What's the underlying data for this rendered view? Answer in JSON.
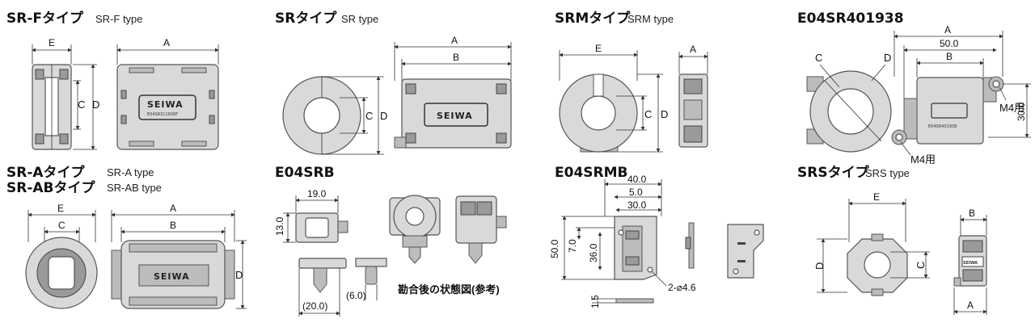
{
  "panels": {
    "srf": {
      "title": "SR-Fタイプ",
      "subtitle": "SR-F type",
      "dim_e": "E",
      "dim_a": "A",
      "dim_c": "C",
      "dim_d": "D",
      "logo": "SEIWA",
      "code": "E04SR311830F"
    },
    "sr": {
      "title": "SRタイプ",
      "subtitle": "SR type",
      "dim_a": "A",
      "dim_b": "B",
      "dim_c": "C",
      "dim_d": "D",
      "logo": "SEIWA"
    },
    "srm": {
      "title": "SRMタイプ",
      "subtitle": "SRM type",
      "dim_e": "E",
      "dim_a": "A",
      "dim_c": "C",
      "dim_d": "D"
    },
    "e04sr401938": {
      "title": "E04SR401938",
      "dim_a": "A",
      "dim_50": "50.0",
      "dim_b": "B",
      "dim_c": "C",
      "dim_d": "D",
      "dim_30": "30.0",
      "m4_top": "M4用",
      "m4_bottom": "M4用",
      "code": "E04SR401938"
    },
    "sra": {
      "title": "SR-Aタイプ",
      "subtitle": "SR-A type",
      "title2": "SR-ABタイプ",
      "subtitle2": "SR-AB type",
      "dim_e": "E",
      "dim_c": "C",
      "dim_a": "A",
      "dim_b": "B",
      "dim_d": "D",
      "logo": "SEIWA"
    },
    "e04srb": {
      "title": "E04SRB",
      "dim_19": "19.0",
      "dim_13": "13.0",
      "dim_6": "(6.0)",
      "dim_20": "(20.0)",
      "caption": "勘合後の状態図(参考)"
    },
    "e04srmb": {
      "title": "E04SRMB",
      "dim_40": "40.0",
      "dim_5": "5.0",
      "dim_30": "30.0",
      "dim_50": "50.0",
      "dim_7": "7.0",
      "dim_36": "36.0",
      "dim_hole": "2-⌀4.6",
      "dim_15": "1.5"
    },
    "srs": {
      "title": "SRSタイプ",
      "subtitle": "SRS type",
      "dim_e": "E",
      "dim_b": "B",
      "dim_d": "D",
      "dim_c": "C",
      "dim_a": "A",
      "logo": "SEIWA"
    }
  }
}
